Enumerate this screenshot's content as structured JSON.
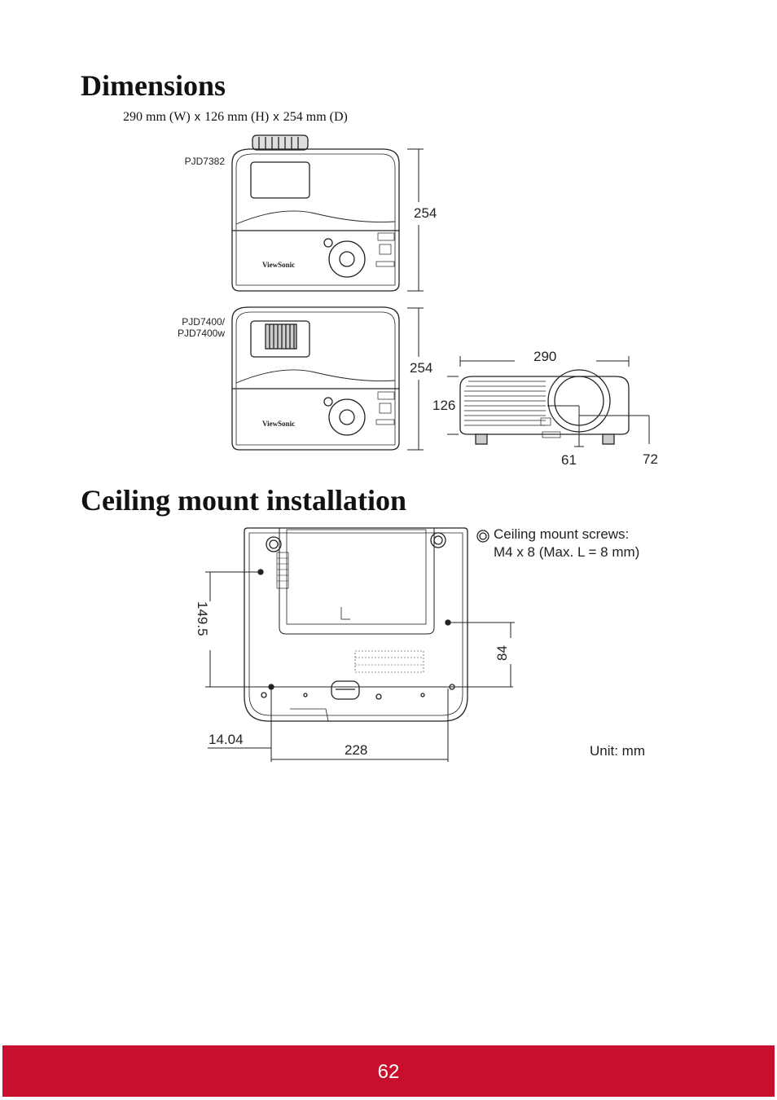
{
  "sections": {
    "dimensions_title": "Dimensions",
    "ceiling_title": "Ceiling mount installation"
  },
  "spec": {
    "width": "290 mm (W)",
    "sep1": "x",
    "height": "126 mm (H)",
    "sep2": "x",
    "depth": "254 mm (D)"
  },
  "models": {
    "model_a": "PJD7382",
    "model_b_line1": "PJD7400/",
    "model_b_line2": "PJD7400w"
  },
  "brand": "ViewSonic",
  "dimensions": {
    "depth_a": "254",
    "depth_b": "254",
    "width": "290",
    "height": "126",
    "lens_offset_a": "61",
    "lens_offset_b": "72"
  },
  "ceiling": {
    "screws_line1": "Ceiling mount screws:",
    "screws_line2": "M4 x 8 (Max. L = 8 mm)",
    "dim_vertical_left": "149.5",
    "dim_vertical_right": "84",
    "dim_offset": "14.04",
    "dim_horizontal": "228",
    "unit": "Unit: mm"
  },
  "footer": {
    "page_number": "62"
  },
  "colors": {
    "footer_bg": "#c8102e"
  }
}
